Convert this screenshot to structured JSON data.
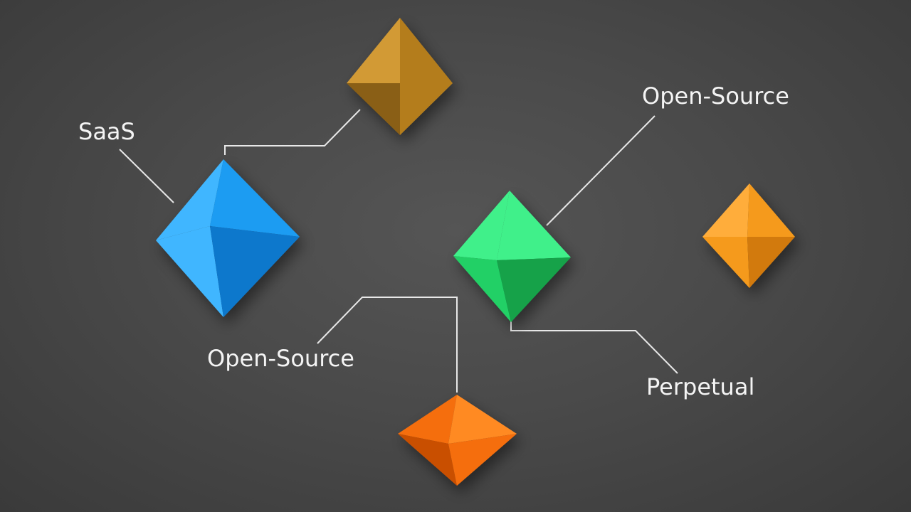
{
  "labels": {
    "saas": "SaaS",
    "open_source_top": "Open-Source",
    "open_source_bottom": "Open-Source",
    "perpetual": "Perpetual"
  },
  "gems": {
    "blue": {
      "light": "#3fb6ff",
      "base": "#1a9cf2",
      "dark": "#0d78cc"
    },
    "gold": {
      "light": "#d29a34",
      "base": "#b47d1f",
      "dark": "#8a5e12"
    },
    "green": {
      "light": "#3ff08a",
      "base": "#22d066",
      "dark": "#12a24a"
    },
    "amber": {
      "light": "#ffad3a",
      "base": "#f59a1e",
      "dark": "#d27a0c"
    },
    "orange": {
      "light": "#ff8a24",
      "base": "#f56e0e",
      "dark": "#c95006"
    }
  }
}
